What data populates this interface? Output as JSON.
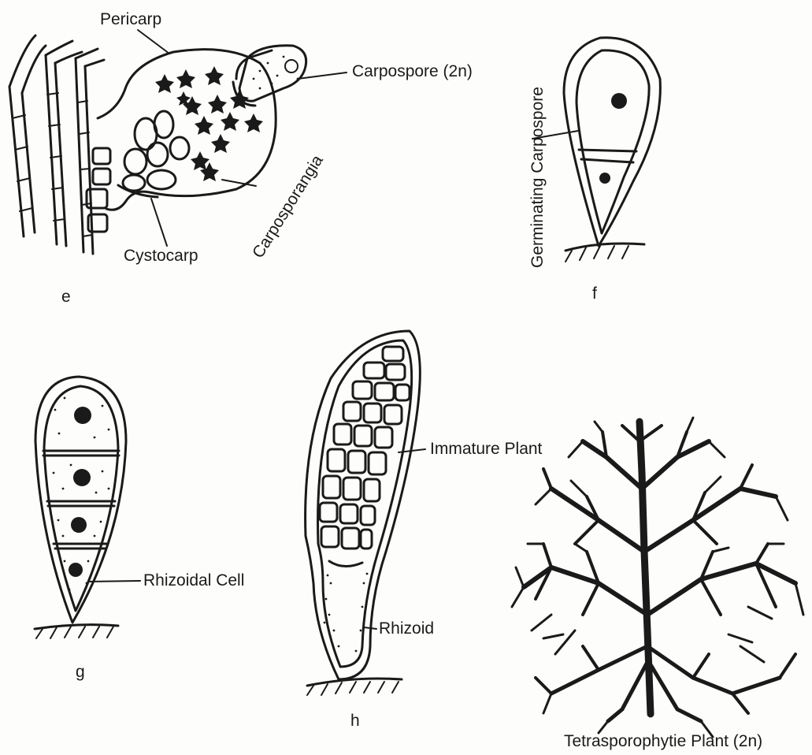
{
  "colors": {
    "ink": "#1a1a1a",
    "paper": "#fdfdfb"
  },
  "figures": {
    "e": {
      "letter": "e",
      "labels": {
        "pericarp": "Pericarp",
        "carpospore": "Carpospore (2n)",
        "carposporangia": "Carposporangia",
        "cystocarp": "Cystocarp"
      }
    },
    "f": {
      "letter": "f",
      "labels": {
        "germinating_carpospore": "Germinating Carpospore"
      }
    },
    "g": {
      "letter": "g",
      "labels": {
        "rhizoidal_cell": "Rhizoidal Cell"
      }
    },
    "h": {
      "letter": "h",
      "labels": {
        "immature_plant": "Immature Plant",
        "rhizoid": "Rhizoid"
      }
    },
    "tetrasporophyte": {
      "labels": {
        "plant": "Tetrasporophytie Plant (2n)"
      }
    }
  }
}
